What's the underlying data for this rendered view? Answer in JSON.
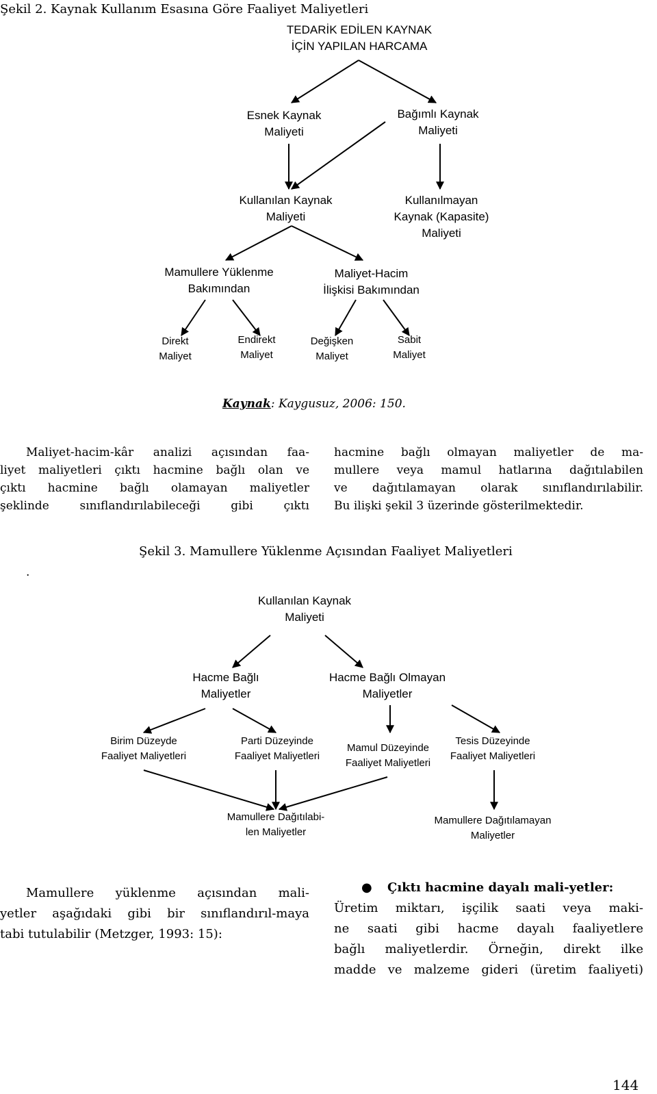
{
  "figure2": {
    "title": "Şekil 2. Kaynak Kullanım Esasına Göre Faaliyet Maliyetleri",
    "nodes": {
      "root": [
        "TEDARİK EDİLEN KAYNAK",
        "İÇİN YAPILAN HARCAMA"
      ],
      "flexible": [
        "Esnek Kaynak",
        "Maliyeti"
      ],
      "committed": [
        "Bağımlı Kaynak",
        "Maliyeti"
      ],
      "used": [
        "Kullanılan Kaynak",
        "Maliyeti"
      ],
      "unused": [
        "Kullanılmayan",
        "Kaynak (Kapasite)",
        "Maliyeti"
      ],
      "product_view": [
        "Mamullere Yüklenme",
        "Bakımından"
      ],
      "cvp_view": [
        "Maliyet-Hacim",
        "İlişkisi Bakımından"
      ],
      "direct": [
        "Direkt",
        "Maliyet"
      ],
      "indirect": [
        "Endirekt",
        "Maliyet"
      ],
      "variable": [
        "Değişken",
        "Maliyet"
      ],
      "fixed": [
        "Sabit",
        "Maliyet"
      ]
    },
    "source_label": "Kaynak",
    "source_text": ": Kaygusuz, 2006: 150."
  },
  "para1": {
    "left": [
      "Maliyet-hacim-kâr analizi açısından faa-",
      "liyet maliyetleri çıktı hacmine bağlı olan ve",
      "çıktı hacmine bağlı olamayan maliyetler",
      "şeklinde sınıflandırılabileceği gibi çıktı"
    ],
    "right": [
      "hacmine bağlı olmayan maliyetler de ma-",
      "mullere veya mamul hatlarına dağıtılabilen",
      "ve dağıtılamayan olarak sınıflandırılabilir.",
      "Bu ilişki şekil 3 üzerinde gösterilmektedir."
    ]
  },
  "stray_dot": ".",
  "figure3": {
    "title": "Şekil 3. Mamullere Yüklenme Açısından Faaliyet Maliyetleri",
    "nodes": {
      "root": [
        "Kullanılan Kaynak",
        "Maliyeti"
      ],
      "volume": [
        "Hacme Bağlı",
        "Maliyetler"
      ],
      "nonvolume": [
        "Hacme Bağlı Olmayan",
        "Maliyetler"
      ],
      "unit": [
        "Birim Düzeyde",
        "Faaliyet Maliyetleri"
      ],
      "batch": [
        "Parti Düzeyinde",
        "Faaliyet Maliyetleri"
      ],
      "product": [
        "Mamul Düzeyinde",
        "Faaliyet Maliyetleri"
      ],
      "facility": [
        "Tesis Düzeyinde",
        "Faaliyet Maliyetleri"
      ],
      "traceable": [
        "Mamullere Dağıtılabi-",
        "len Maliyetler"
      ],
      "nontraceable": [
        "Mamullere Dağıtılamayan",
        "Maliyetler"
      ]
    }
  },
  "para2": {
    "left": [
      "Mamullere yüklenme açısından mali-",
      "yetler aşağıdaki gibi bir sınıflandırıl-maya",
      "tabi tutulabilir (Metzger, 1993: 15):"
    ],
    "bullet_heading": "Çıktı hacmine dayalı mali-yetler:",
    "right": [
      "Üretim miktarı, işçilik saati veya maki-",
      "ne saati gibi hacme dayalı faaliyetlere",
      "bağlı maliyetlerdir. Örneğin, direkt ilke",
      "madde ve malzeme gideri (üretim faaliyeti)"
    ]
  },
  "page_number": "144"
}
